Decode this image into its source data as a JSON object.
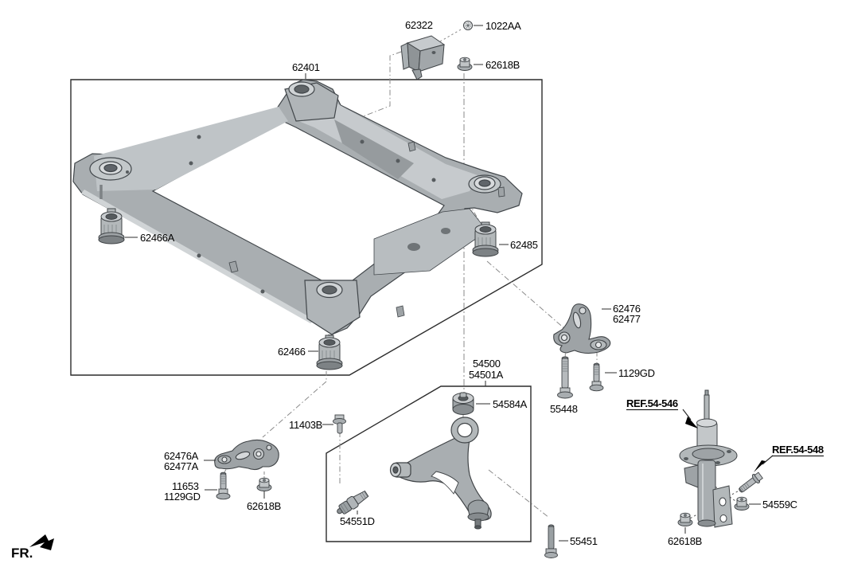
{
  "diagram": {
    "type": "suspension-crossmember-parts-diagram",
    "labels": {
      "p62322": "62322",
      "p1022AA": "1022AA",
      "p62618B_top": "62618B",
      "p62401": "62401",
      "p62466A": "62466A",
      "p62485": "62485",
      "p62466": "62466",
      "p62476": "62476",
      "p62477": "62477",
      "p1129GD_right": "1129GD",
      "p55448": "55448",
      "p54500": "54500",
      "p54501A": "54501A",
      "p54584A": "54584A",
      "p11403B": "11403B",
      "p62476A": "62476A",
      "p62477A": "62477A",
      "p11653": "11653",
      "p1129GD_left": "1129GD",
      "p62618B_left": "62618B",
      "p54551D": "54551D",
      "p55451": "55451",
      "ref_54_546": "REF.54-546",
      "ref_54_548": "REF.54-548",
      "p54559C": "54559C",
      "p62618B_bottom": "62618B",
      "front_marker": "FR."
    },
    "colors": {
      "line": "#2c2c2c",
      "metal_light": "#cdd1d3",
      "metal_mid": "#a9aeb1",
      "metal_dark": "#808588",
      "centerline": "#8a8a8a"
    }
  }
}
